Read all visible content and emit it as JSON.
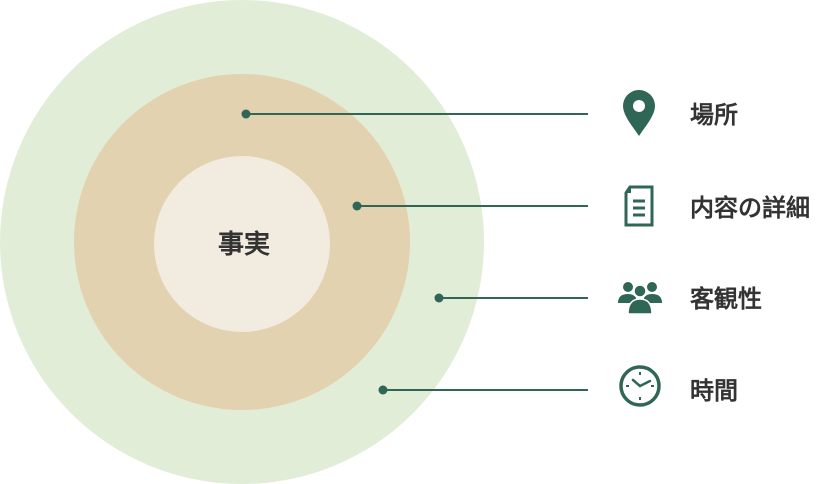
{
  "center_label": "事実",
  "colors": {
    "outer_ring": "#e2edd8",
    "middle_ring": "#e2d2b0",
    "inner_circle": "#f2ebdf",
    "accent": "#2f6655"
  },
  "items": [
    {
      "label": "場所",
      "icon": "map-pin-icon"
    },
    {
      "label": "内容の詳細",
      "icon": "document-icon"
    },
    {
      "label": "客観性",
      "icon": "people-icon"
    },
    {
      "label": "時間",
      "icon": "clock-icon"
    }
  ]
}
